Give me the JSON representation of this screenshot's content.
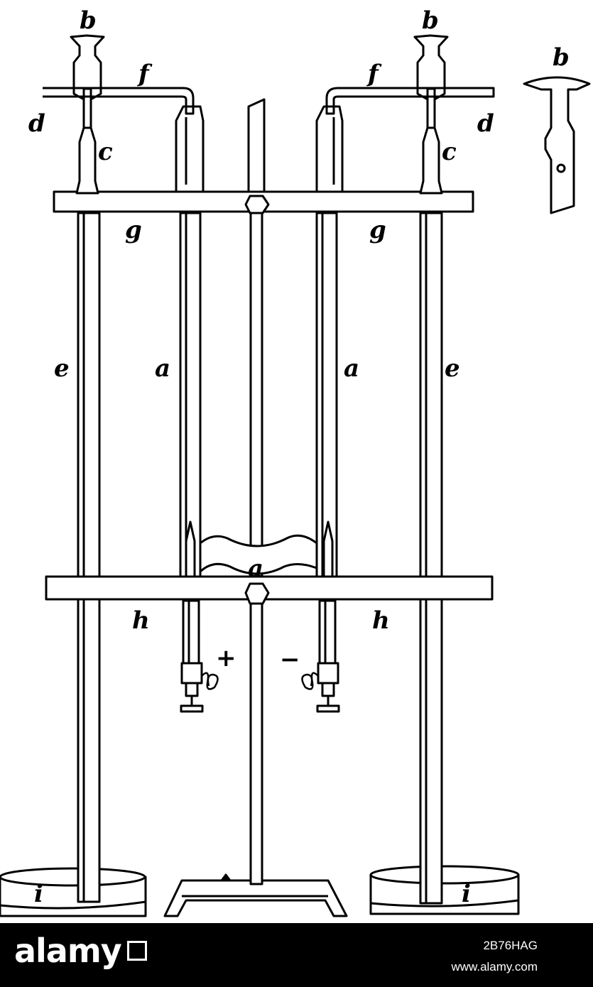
{
  "labels": {
    "b_left": "b",
    "b_right": "b",
    "b_detail": "b",
    "f_left": "f",
    "f_right": "f",
    "d_left": "d",
    "d_right": "d",
    "c_left": "c",
    "c_right": "c",
    "g_left": "g",
    "g_right": "g",
    "e_left": "e",
    "e_right": "e",
    "a_left": "a",
    "a_right": "a",
    "a_center": "a",
    "h_left": "h",
    "h_right": "h",
    "i_left": "i",
    "i_right": "i",
    "plus": "+",
    "minus": "−"
  },
  "watermark": {
    "logo": "alamy",
    "image_id": "2B76HAG",
    "url": "www.alamy.com"
  }
}
